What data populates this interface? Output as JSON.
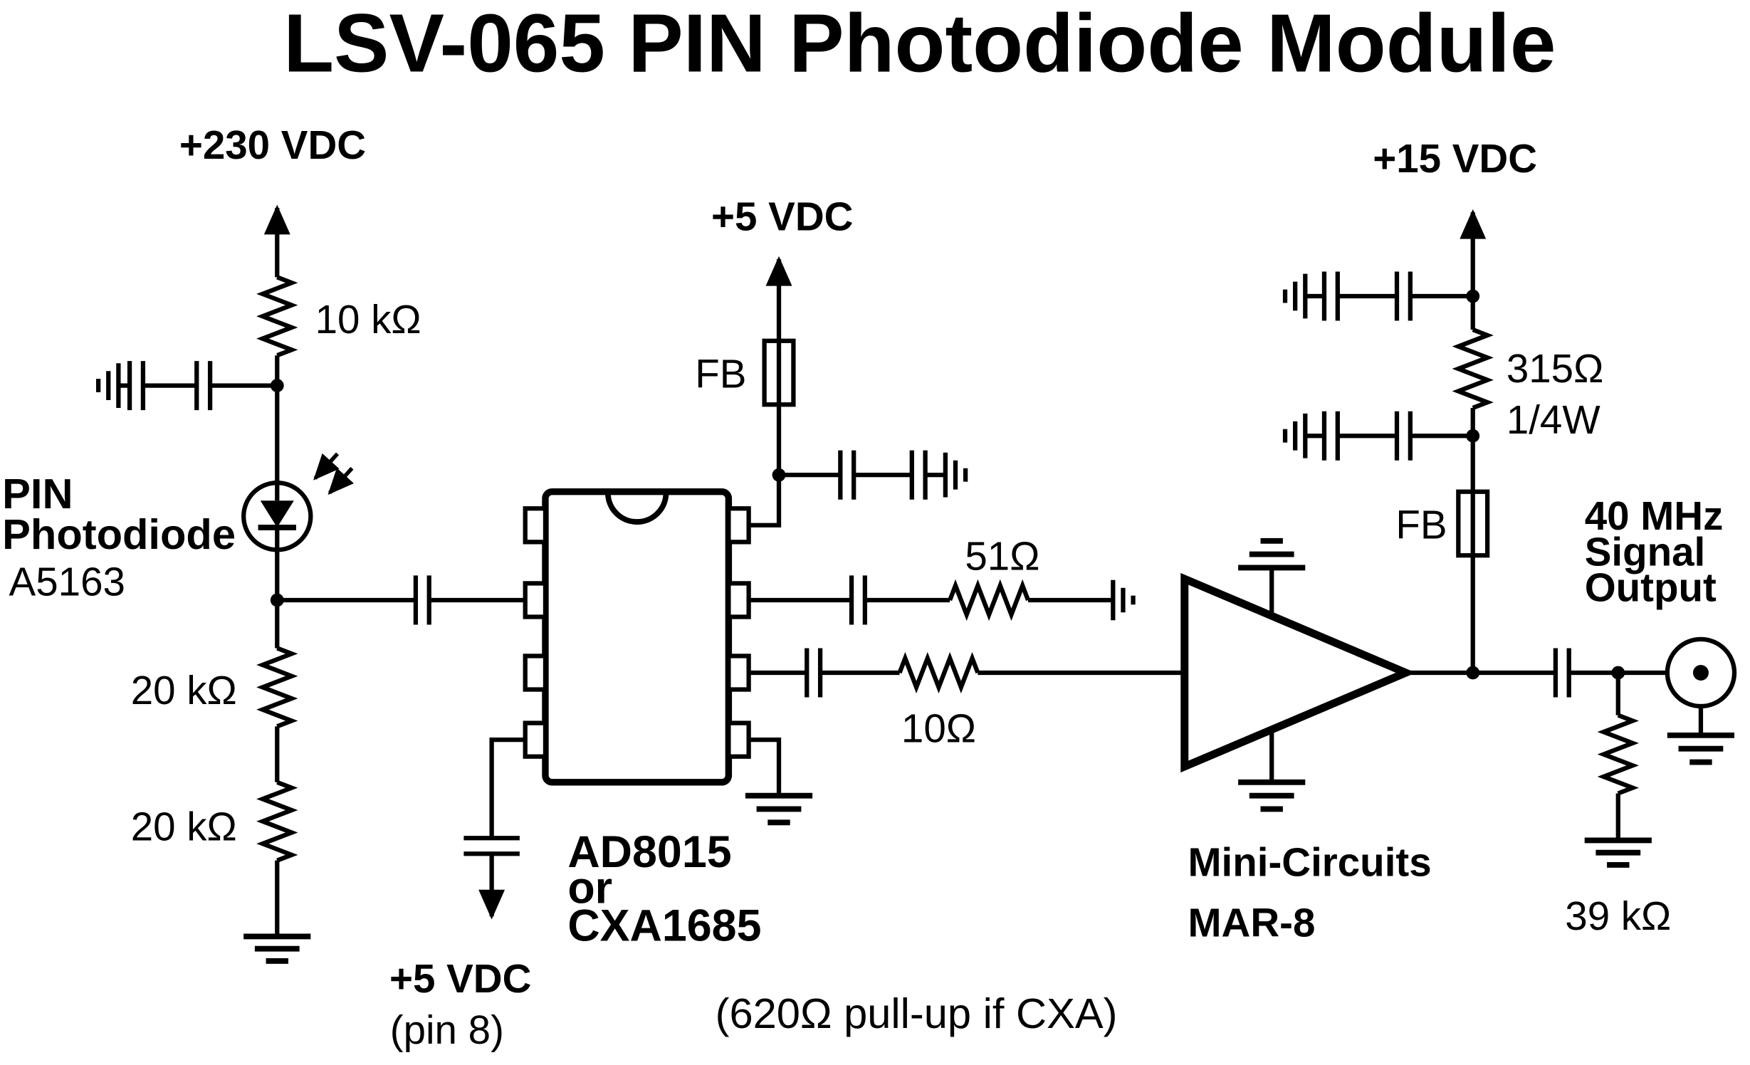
{
  "title": "LSV-065 PIN Photodiode Module",
  "colors": {
    "title": "#0000EE",
    "ink": "#000000",
    "background": "#FFFFFF"
  },
  "labels": {
    "supply_230": "+230 VDC",
    "r_10k": "10 kΩ",
    "photodiode_name_line1": "PIN",
    "photodiode_name_line2": "Photodiode",
    "photodiode_part": "A5163",
    "r_20k_upper": "20 kΩ",
    "r_20k_lower": "20 kΩ",
    "supply_5_top": "+5 VDC",
    "ferrite_bead_left": "FB",
    "ic_name_line1": "AD8015",
    "ic_name_line2": "or",
    "ic_name_line3": "CXA1685",
    "supply_5_pin8_line1": "+5 VDC",
    "supply_5_pin8_line2": "(pin 8)",
    "r_51": "51Ω",
    "r_10": "10Ω",
    "pullup_note": "(620Ω pull-up if CXA)",
    "amp_name_line1": "Mini-Circuits",
    "amp_name_line2": "MAR-8",
    "supply_15": "+15 VDC",
    "r_315": "315Ω",
    "r_315_rating": "1/4W",
    "ferrite_bead_right": "FB",
    "output_line1": "40 MHz",
    "output_line2": "Signal",
    "output_line3": "Output",
    "r_39k": "39 kΩ"
  }
}
